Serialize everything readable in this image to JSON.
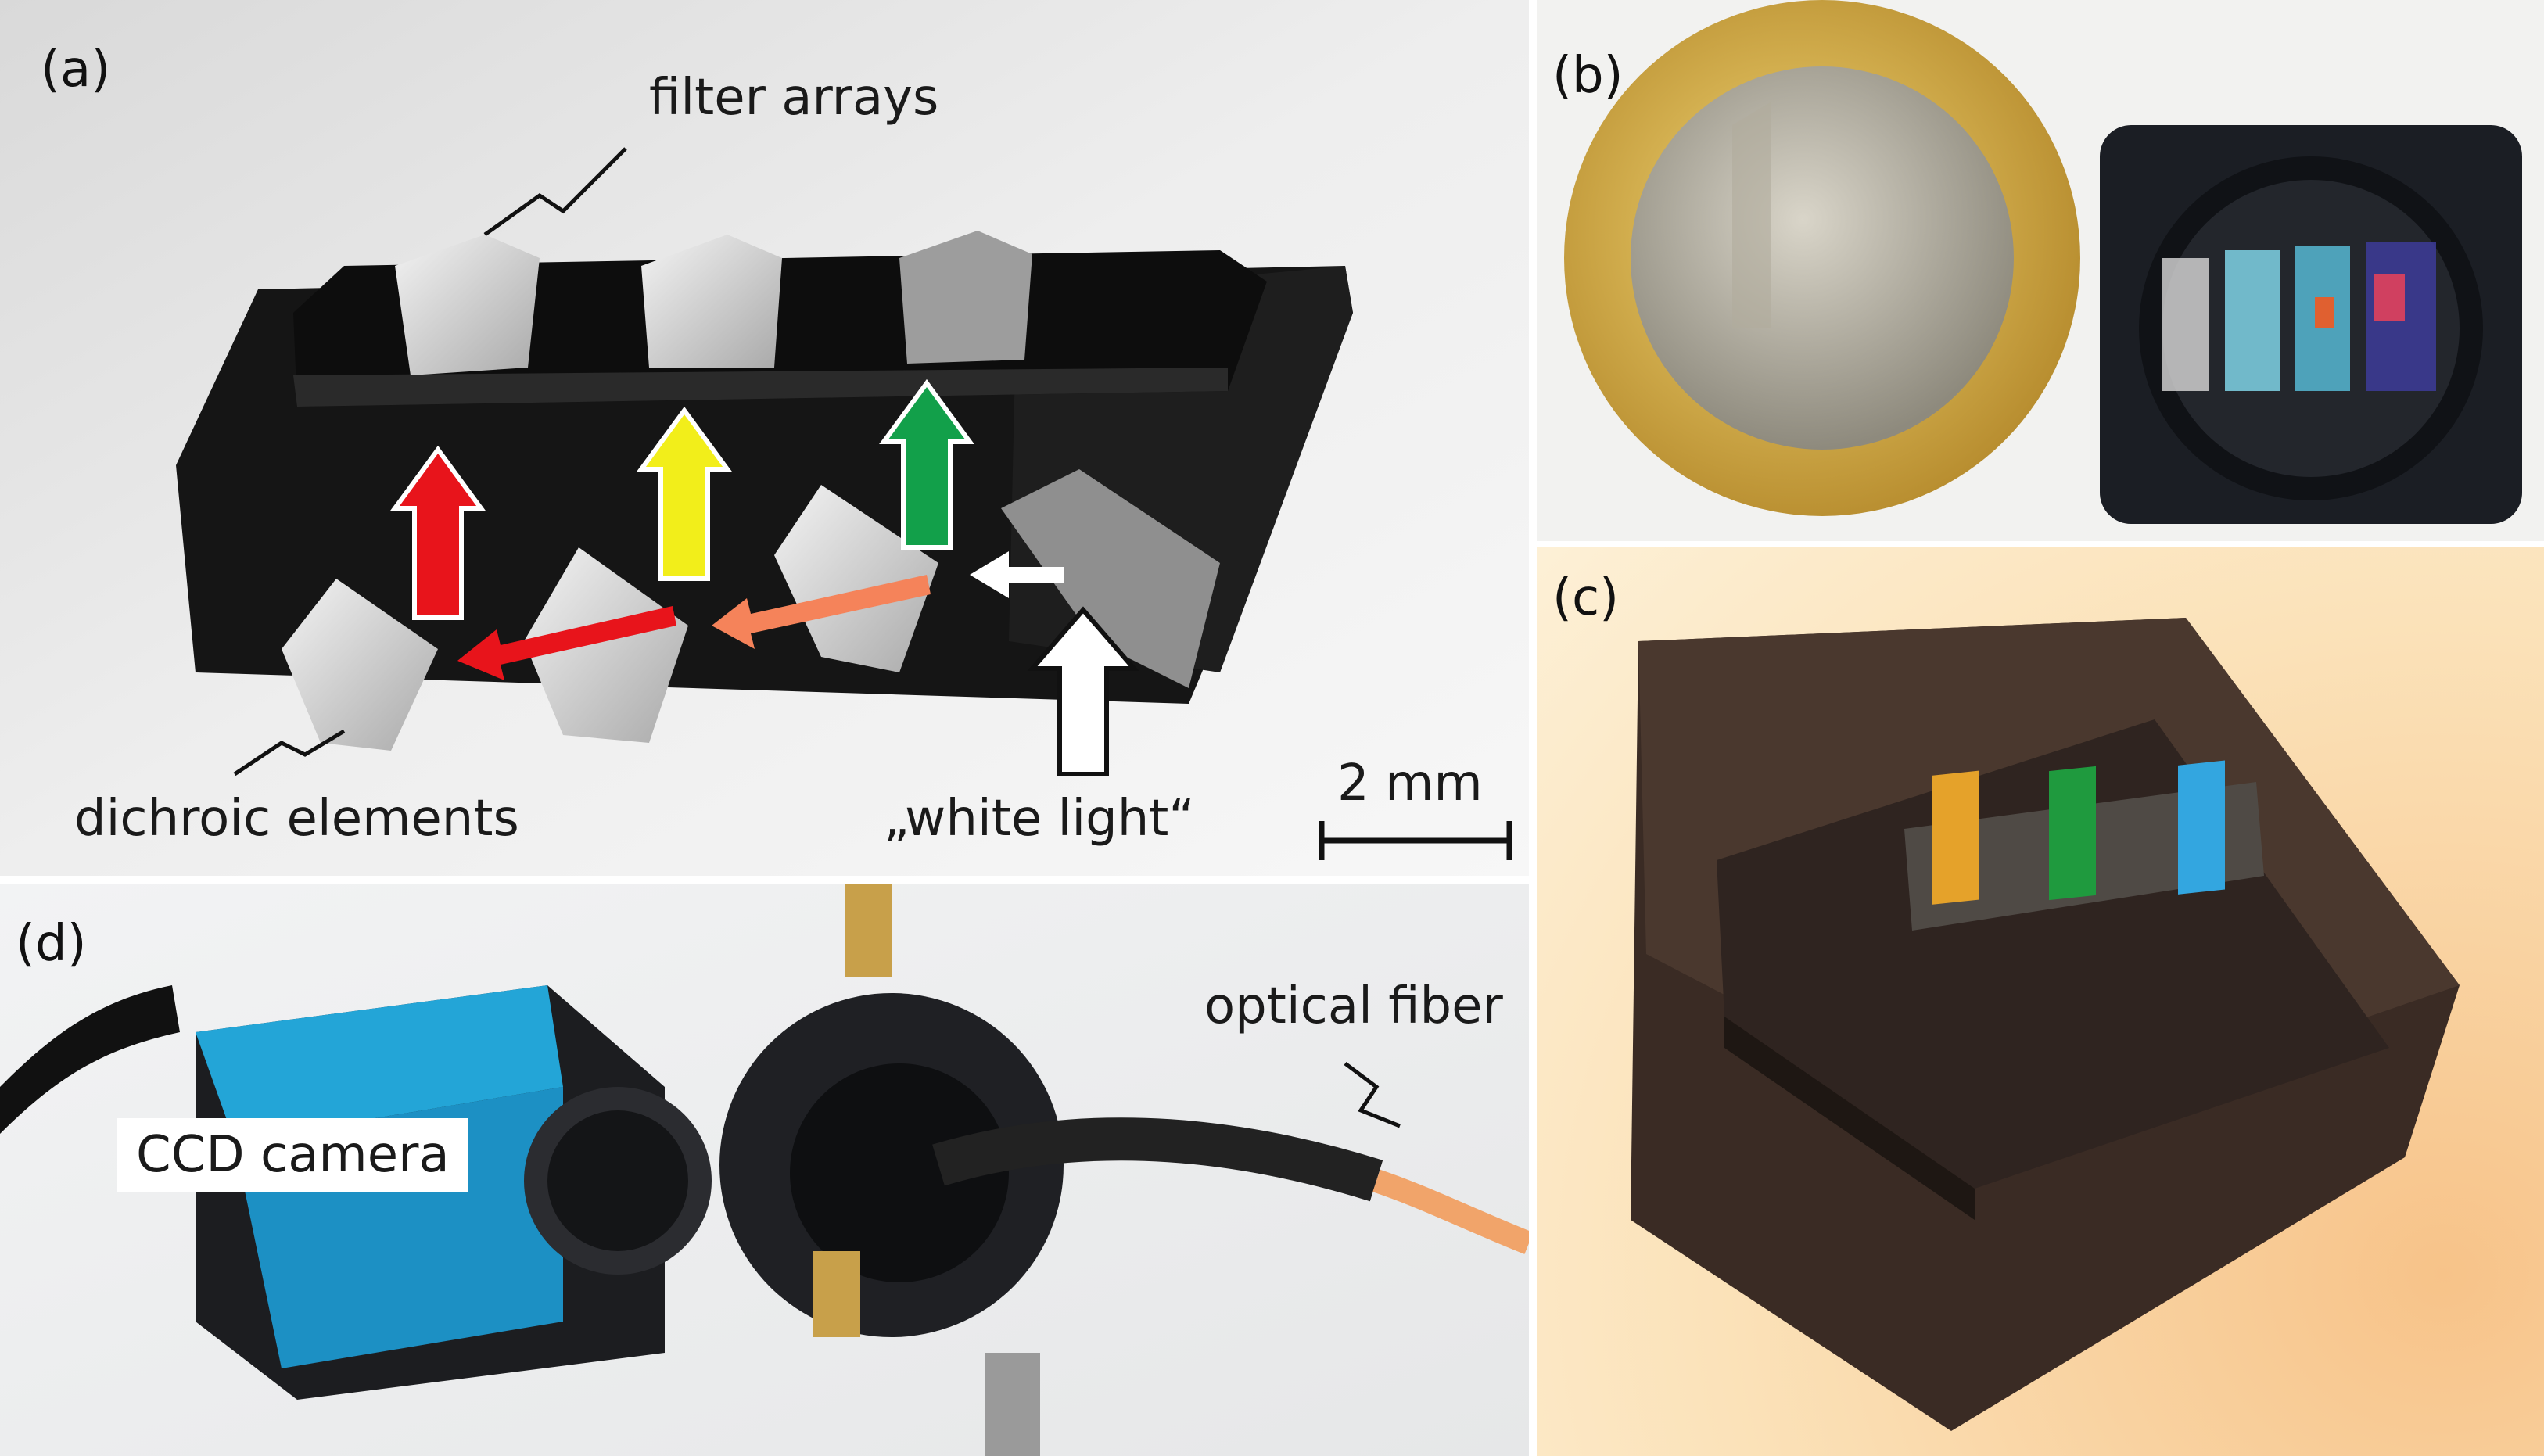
{
  "panels": {
    "a": {
      "label": "(a)",
      "annotations": {
        "filter_arrays": "filter arrays",
        "dichroic_elements": "dichroic elements",
        "white_light": "„white light“",
        "scale_bar": "2 mm"
      }
    },
    "b": {
      "label": "(b)"
    },
    "c": {
      "label": "(c)"
    },
    "d": {
      "label": "(d)",
      "annotations": {
        "optical_fiber": "optical fiber",
        "ccd_camera": "CCD camera"
      }
    }
  },
  "arrow_colors": {
    "red": "#e8141b",
    "yellow": "#f2ee1a",
    "green": "#12a04a",
    "orange": "#f5835a",
    "white": "#ffffff"
  }
}
